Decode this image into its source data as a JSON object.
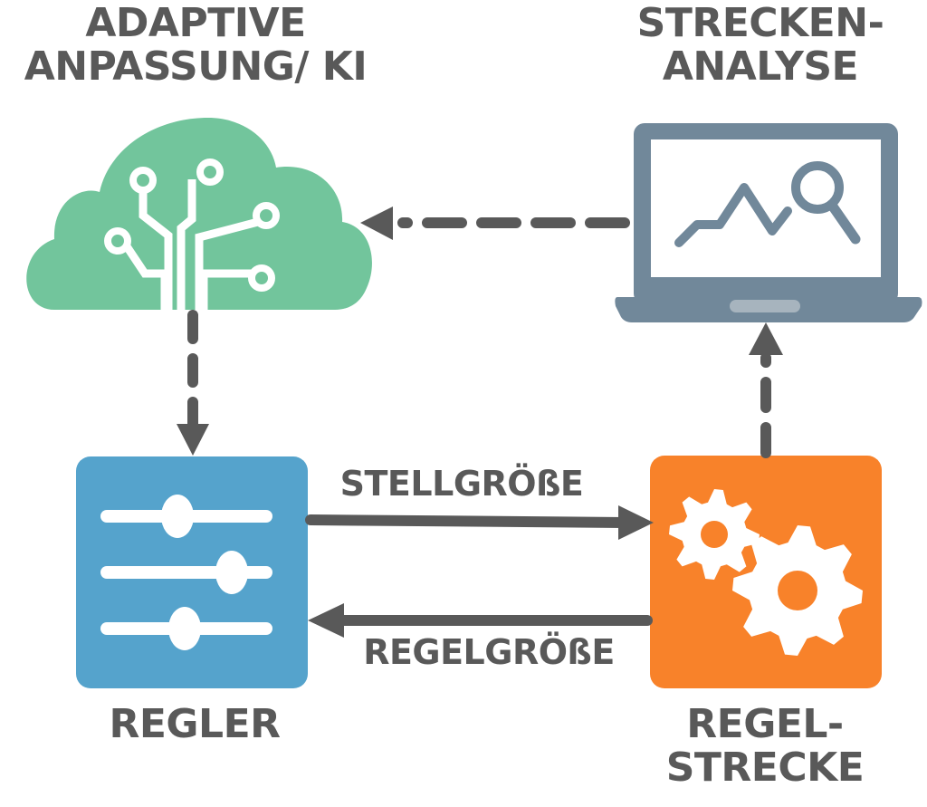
{
  "colors": {
    "cloud": "#72C59C",
    "laptop": "#71889A",
    "regler": "#55A3CC",
    "strecke": "#F8822A",
    "arrow": "#595959",
    "text": "#595959"
  },
  "nodes": {
    "ki": {
      "title_line1": "ADAPTIVE",
      "title_line2": "ANPASSUNG/ KI",
      "icon": "cloud-circuit-icon"
    },
    "analyse": {
      "title_line1": "STRECKEN-",
      "title_line2": "ANALYSE",
      "icon": "laptop-chart-search-icon"
    },
    "regler": {
      "title": "REGLER",
      "icon": "sliders-icon"
    },
    "strecke": {
      "title_line1": "REGEL-",
      "title_line2": "STRECKE",
      "icon": "gears-icon"
    }
  },
  "edges": {
    "stellgroesse": {
      "label": "STELLGRÖßE",
      "from": "REGLER",
      "to": "REGELSTRECKE",
      "style": "solid"
    },
    "regelgroesse": {
      "label": "REGELGRÖßE",
      "from": "REGELSTRECKE",
      "to": "REGLER",
      "style": "solid"
    },
    "strecke_to_analyse": {
      "from": "REGELSTRECKE",
      "to": "STRECKENANALYSE",
      "style": "dashed"
    },
    "analyse_to_ki": {
      "from": "STRECKENANALYSE",
      "to": "ADAPTIVE ANPASSUNG/ KI",
      "style": "dashed"
    },
    "ki_to_regler": {
      "from": "ADAPTIVE ANPASSUNG/ KI",
      "to": "REGLER",
      "style": "dashed"
    }
  }
}
